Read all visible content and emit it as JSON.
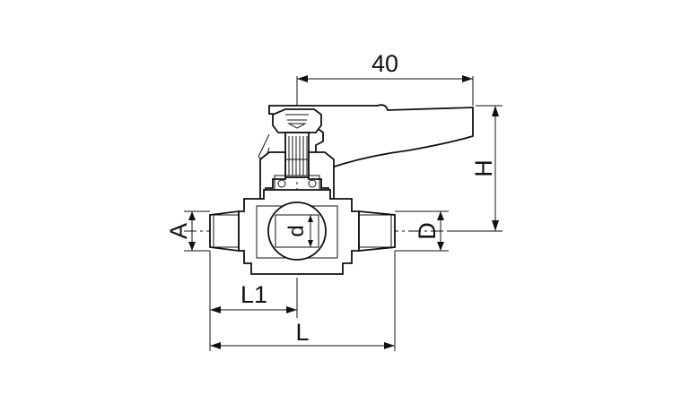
{
  "dimensions": {
    "handle_offset": "40",
    "height": "H",
    "thread_a": "A",
    "thread_d": "D",
    "bore": "d",
    "half_length": "L1",
    "length": "L"
  }
}
